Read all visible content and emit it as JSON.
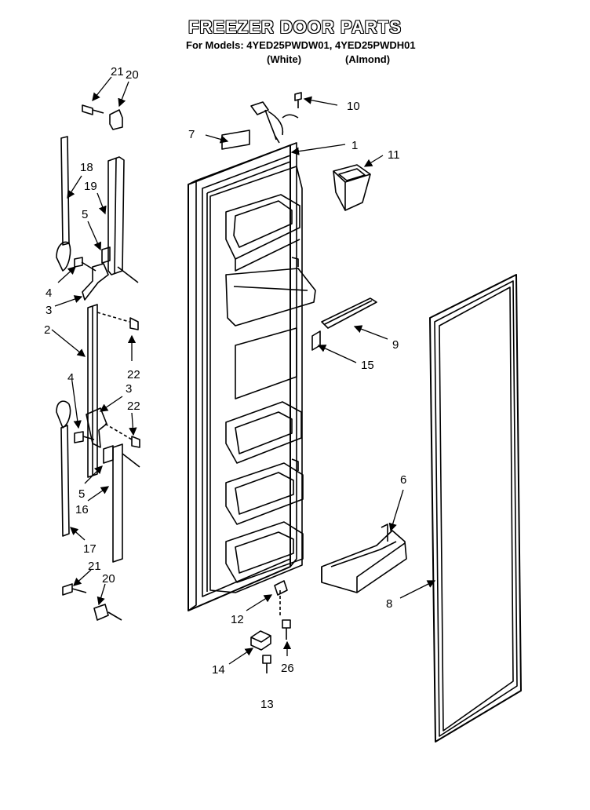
{
  "header": {
    "title": "FREEZER DOOR PARTS",
    "models": "For Models: 4YED25PWDW01, 4YED25PWDH01",
    "variants": [
      "(White)",
      "(Almond)"
    ]
  },
  "callouts": [
    "21",
    "20",
    "10",
    "7",
    "1",
    "11",
    "18",
    "19",
    "5",
    "4",
    "3",
    "2",
    "22",
    "9",
    "15",
    "4",
    "3",
    "22",
    "6",
    "5",
    "16",
    "17",
    "21",
    "20",
    "8",
    "12",
    "14",
    "26",
    "13"
  ]
}
